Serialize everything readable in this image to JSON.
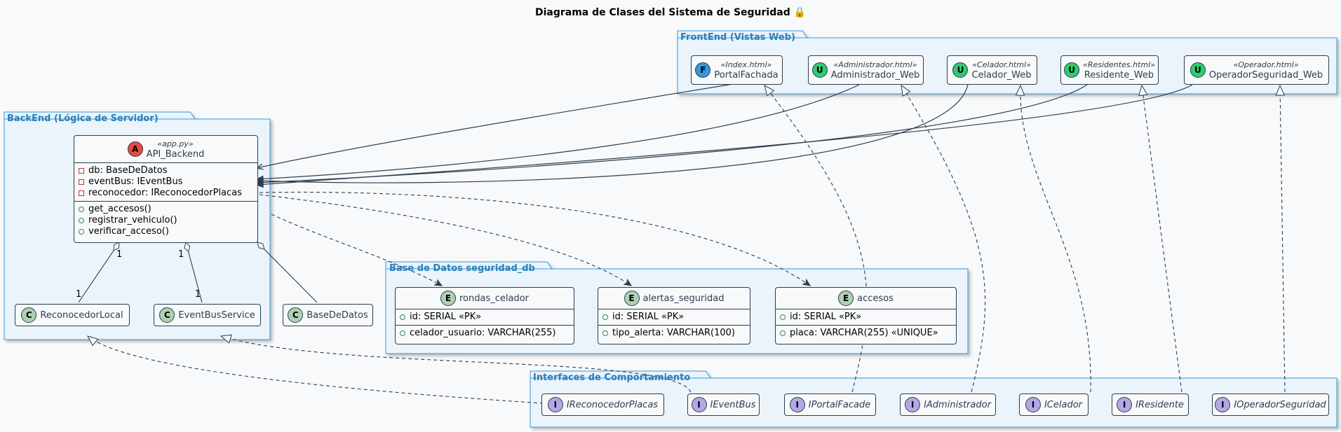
{
  "title": "Diagrama de Clases del Sistema de Seguridad 🔒",
  "packages": {
    "frontend": "FrontEnd (Vistas Web)",
    "backend": "BackEnd (Lógica de Servidor)",
    "database": "Base de Datos seguridad_db",
    "interfaces": "Interfaces de Comportamiento"
  },
  "colors": {
    "facade_circle": "#3498db",
    "ui_circle": "#2ecc71",
    "app_circle": "#e74c3c",
    "class_circle": "#add1b2",
    "entity_circle": "#add1b2",
    "interface_circle": "#b4a7e5",
    "package_fill": "#ebf3fb",
    "package_border": "#3498db"
  },
  "frontend": [
    {
      "letter": "F",
      "stereotype": "«Index.html»",
      "name": "PortalFachada"
    },
    {
      "letter": "U",
      "stereotype": "«Administrador.html»",
      "name": "Administrador_Web"
    },
    {
      "letter": "U",
      "stereotype": "«Celador.html»",
      "name": "Celador_Web"
    },
    {
      "letter": "U",
      "stereotype": "«Residentes.html»",
      "name": "Residente_Web"
    },
    {
      "letter": "U",
      "stereotype": "«Operador.html»",
      "name": "OperadorSeguridad_Web"
    }
  ],
  "backend": {
    "api": {
      "letter": "A",
      "stereotype": "«app.py»",
      "name": "API_Backend",
      "attributes": [
        "db: BaseDeDatos",
        "eventBus: IEventBus",
        "reconocedor: IReconocedorPlacas"
      ],
      "methods": [
        "get_accesos()",
        "registrar_vehiculo()",
        "verificar_acceso()"
      ]
    },
    "classes": [
      {
        "letter": "C",
        "name": "ReconocedorLocal"
      },
      {
        "letter": "C",
        "name": "EventBusService"
      },
      {
        "letter": "C",
        "name": "BaseDeDatos"
      }
    ],
    "multiplicities": {
      "reconocedor_src": "1",
      "reconocedor_dst": "1",
      "eventbus_src": "1",
      "eventbus_dst": "1"
    }
  },
  "database": [
    {
      "letter": "E",
      "name": "rondas_celador",
      "pk": "id: SERIAL «PK»",
      "field": "celador_usuario: VARCHAR(255)"
    },
    {
      "letter": "E",
      "name": "alertas_seguridad",
      "pk": "id: SERIAL «PK»",
      "field": "tipo_alerta: VARCHAR(100)"
    },
    {
      "letter": "E",
      "name": "accesos",
      "pk": "id: SERIAL «PK»",
      "field": "placa: VARCHAR(255) «UNIQUE»"
    }
  ],
  "interfaces": [
    {
      "letter": "I",
      "name": "IReconocedorPlacas"
    },
    {
      "letter": "I",
      "name": "IEventBus"
    },
    {
      "letter": "I",
      "name": "IPortalFacade"
    },
    {
      "letter": "I",
      "name": "IAdministrador"
    },
    {
      "letter": "I",
      "name": "ICelador"
    },
    {
      "letter": "I",
      "name": "IResidente"
    },
    {
      "letter": "I",
      "name": "IOperadorSeguridad"
    }
  ]
}
